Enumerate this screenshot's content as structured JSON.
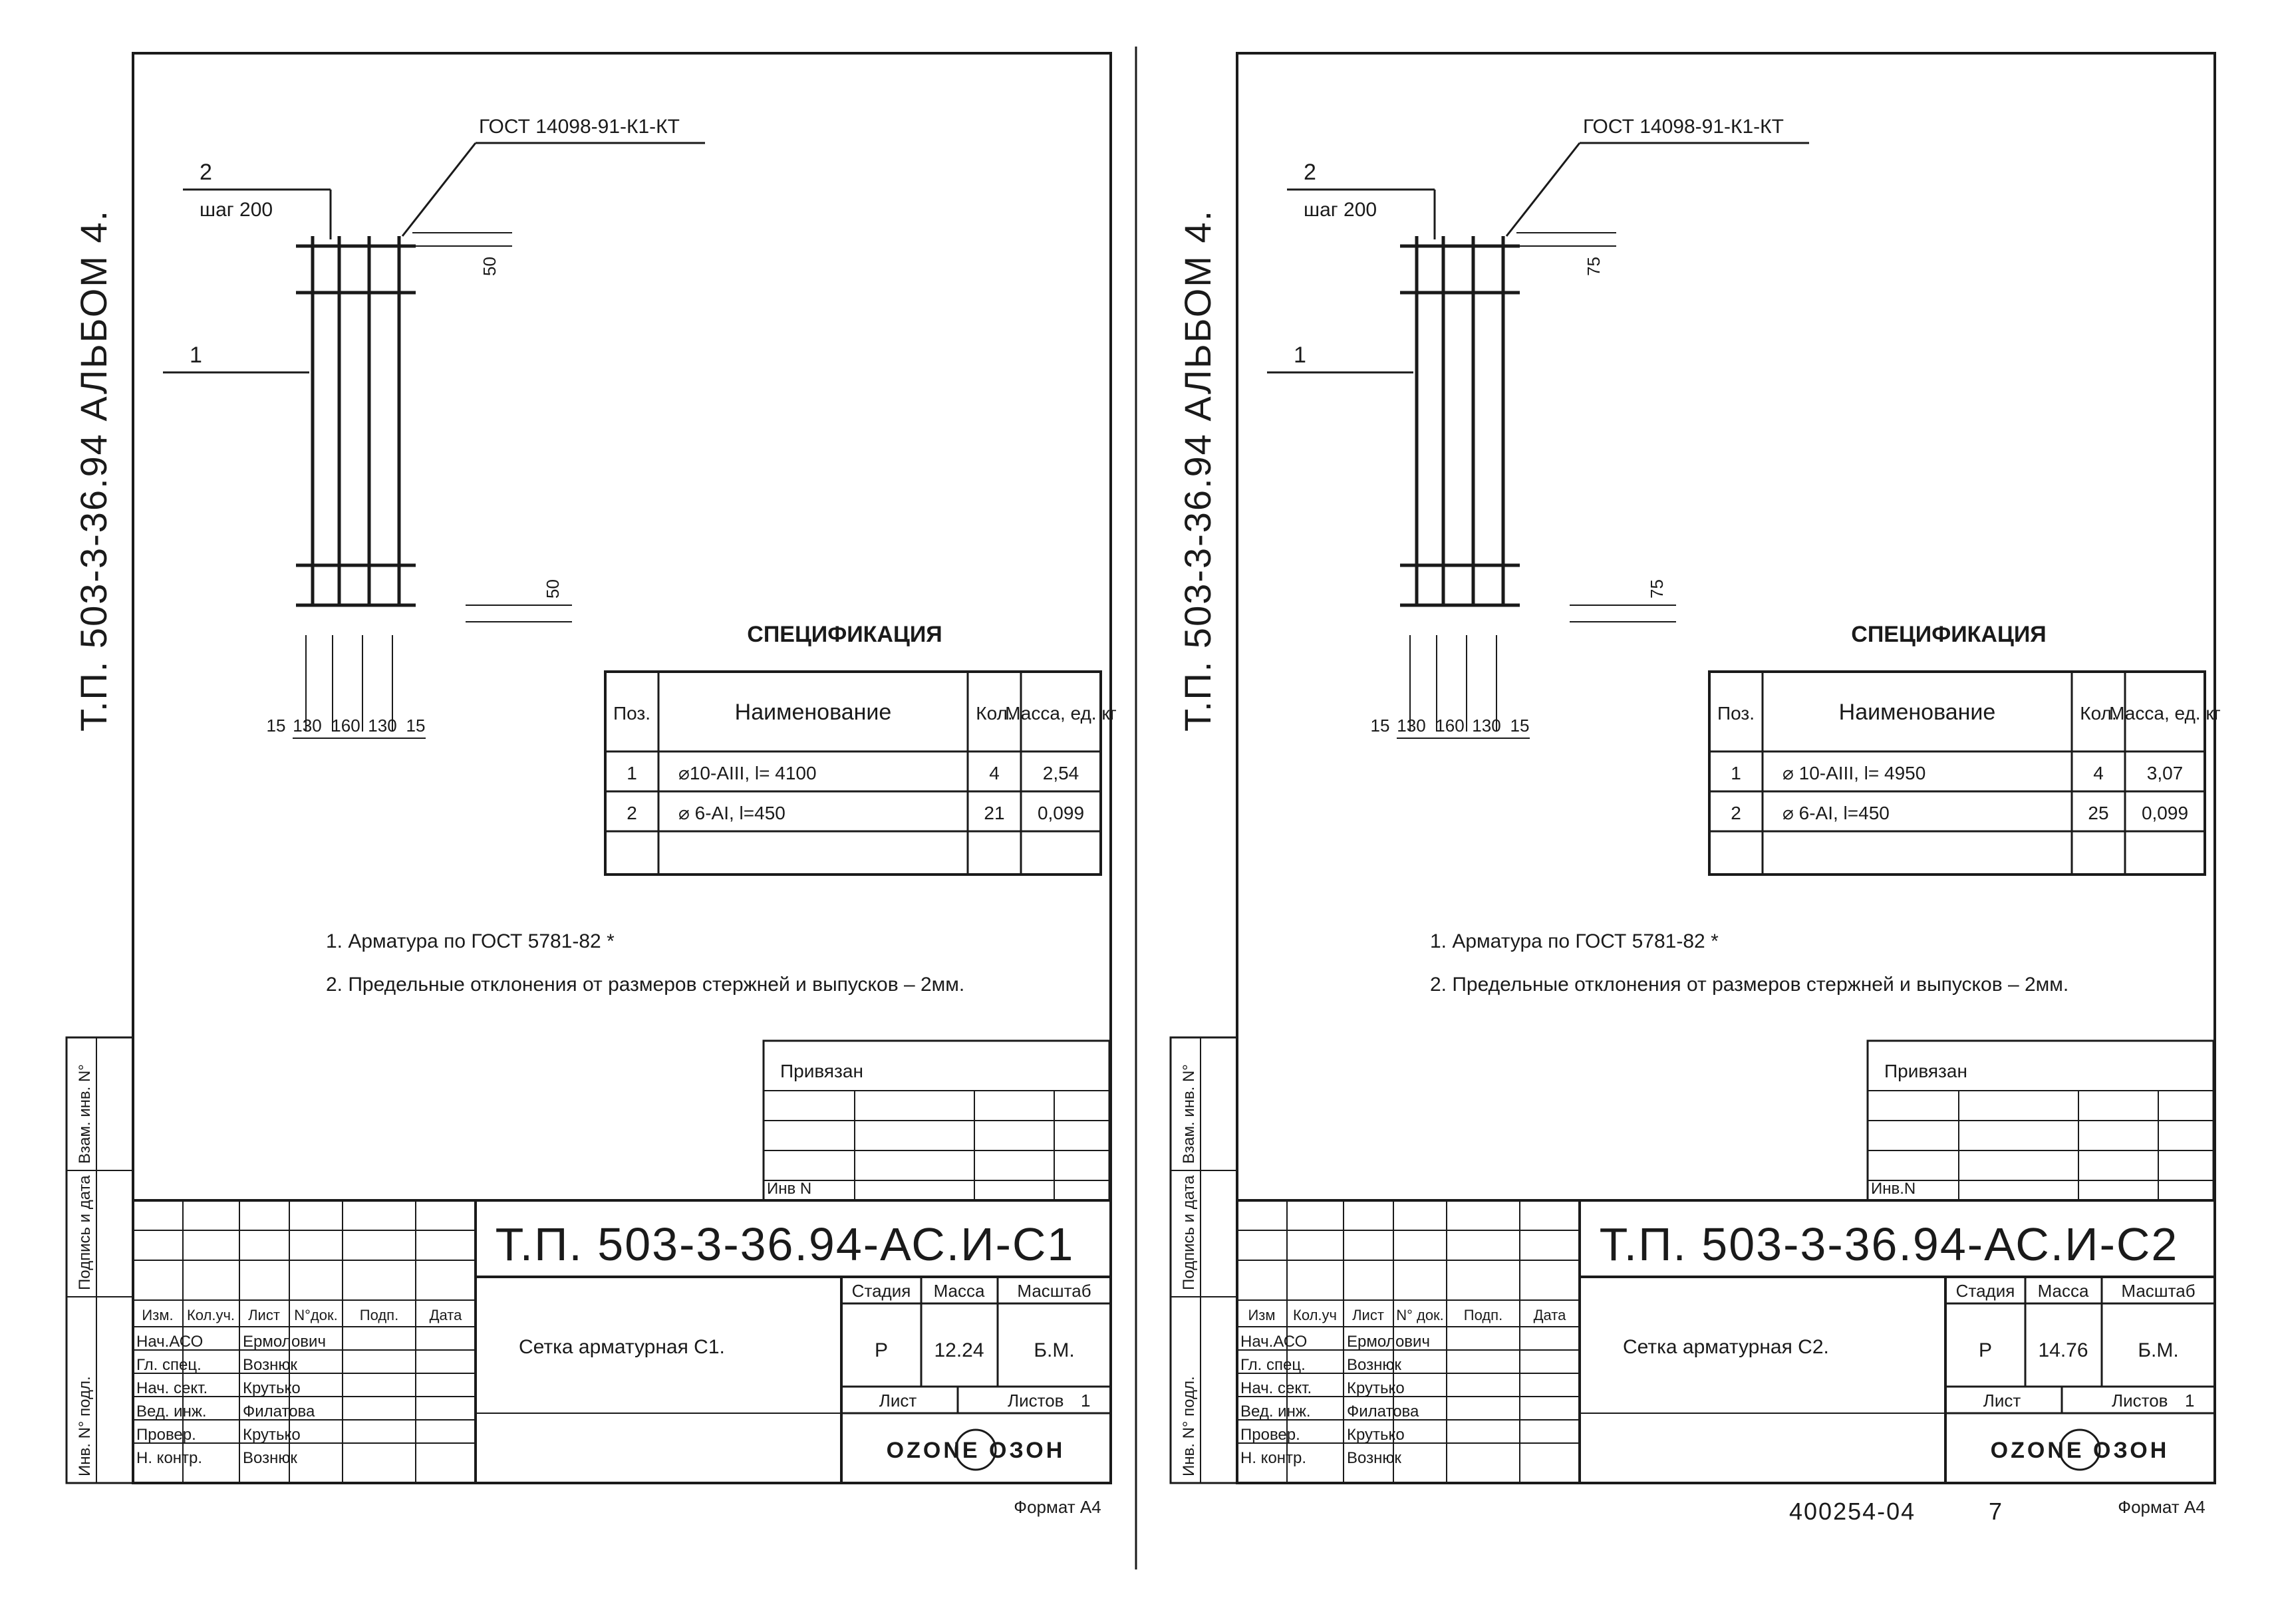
{
  "sheets": [
    {
      "side_title": "Т.П. 503-3-36.94   АЛЬБОМ 4.",
      "gost_callout": "ГОСТ 14098-91-К1-КТ",
      "pos2_label": "2",
      "pitch_label": "шаг 200",
      "pos1_label": "1",
      "dim_top": "50",
      "dim_bottom": "50",
      "bottom_dims": [
        "15",
        "130",
        "160",
        "130",
        "15"
      ],
      "spec_title": "СПЕЦИФИКАЦИЯ",
      "spec_headers": [
        "Поз.",
        "Наименование",
        "Кол.",
        "Масса, ед. кг"
      ],
      "spec_rows": [
        [
          "1",
          "⌀10-АIII, l= 4100",
          "4",
          "2,54"
        ],
        [
          "2",
          "⌀ 6-АI, l=450",
          "21",
          "0,099"
        ]
      ],
      "notes": [
        "1. Арматура по ГОСТ 5781-82 *",
        "2. Предельные отклонения от размеров стержней и выпусков – 2мм."
      ],
      "privyazan": "Привязан",
      "inv_n": "Инв N",
      "stamp_left_labels": [
        "Взам. инв. N°",
        "Подпись и дата",
        "Инв. N° подл."
      ],
      "doc_code": "Т.П. 503-3-36.94-АС.И-С1",
      "sig_headers": [
        "Изм.",
        "Кол.уч.",
        "Лист",
        "N°док.",
        "Подп.",
        "Дата"
      ],
      "sig_roles": [
        "Нач.АСО",
        "Гл. спец.",
        "Нач. сект.",
        "Вед. инж.",
        "Провер.",
        "Н. контр."
      ],
      "sig_names": [
        "Ермолович",
        "Вознюк",
        "Крутько",
        "Филатова",
        "Крутько",
        "Вознюк"
      ],
      "drawing_name": "Сетка арматурная С1.",
      "stage_headers": [
        "Стадия",
        "Масса",
        "Масштаб"
      ],
      "stage_values": [
        "Р",
        "12.24",
        "Б.М."
      ],
      "sheet_label": "Лист",
      "sheets_label": "Листов",
      "sheets_value": "1",
      "logo": "OZONE ОЗОН",
      "format_label": "Формат А4"
    },
    {
      "side_title": "Т.П. 503-3-36.94   АЛЬБОМ 4.",
      "gost_callout": "ГОСТ 14098-91-К1-КТ",
      "pos2_label": "2",
      "pitch_label": "шаг 200",
      "pos1_label": "1",
      "dim_top": "75",
      "dim_bottom": "75",
      "bottom_dims": [
        "15",
        "130",
        "160",
        "130",
        "15"
      ],
      "spec_title": "СПЕЦИФИКАЦИЯ",
      "spec_headers": [
        "Поз.",
        "Наименование",
        "Кол.",
        "Масса, ед. кг"
      ],
      "spec_rows": [
        [
          "1",
          "⌀ 10-АIII, l= 4950",
          "4",
          "3,07"
        ],
        [
          "2",
          "⌀ 6-АI, l=450",
          "25",
          "0,099"
        ]
      ],
      "notes": [
        "1. Арматура по ГОСТ 5781-82 *",
        "2. Предельные отклонения от размеров стержней и выпусков – 2мм."
      ],
      "privyazan": "Привязан",
      "inv_n": "Инв.N",
      "stamp_left_labels": [
        "Взам. инв. N°",
        "Подпись и дата",
        "Инв. N° подл."
      ],
      "doc_code": "Т.П. 503-3-36.94-АС.И-С2",
      "sig_headers": [
        "Изм",
        "Кол.уч",
        "Лист",
        "N° док.",
        "Подп.",
        "Дата"
      ],
      "sig_roles": [
        "Нач.АСО",
        "Гл. спец.",
        "Нач. сект.",
        "Вед. инж.",
        "Провер.",
        "Н. контр."
      ],
      "sig_names": [
        "Ермолович",
        "Вознюк",
        "Крутько",
        "Филатова",
        "Крутько",
        "Вознюк"
      ],
      "drawing_name": "Сетка арматурная С2.",
      "stage_headers": [
        "Стадия",
        "Масса",
        "Масштаб"
      ],
      "stage_values": [
        "Р",
        "14.76",
        "Б.М."
      ],
      "sheet_label": "Лист",
      "sheets_label": "Листов",
      "sheets_value": "1",
      "logo": "OZONE ОЗОН",
      "format_label": "Формат А4"
    }
  ],
  "archive_number": "400254-04",
  "archive_sheet": "7"
}
